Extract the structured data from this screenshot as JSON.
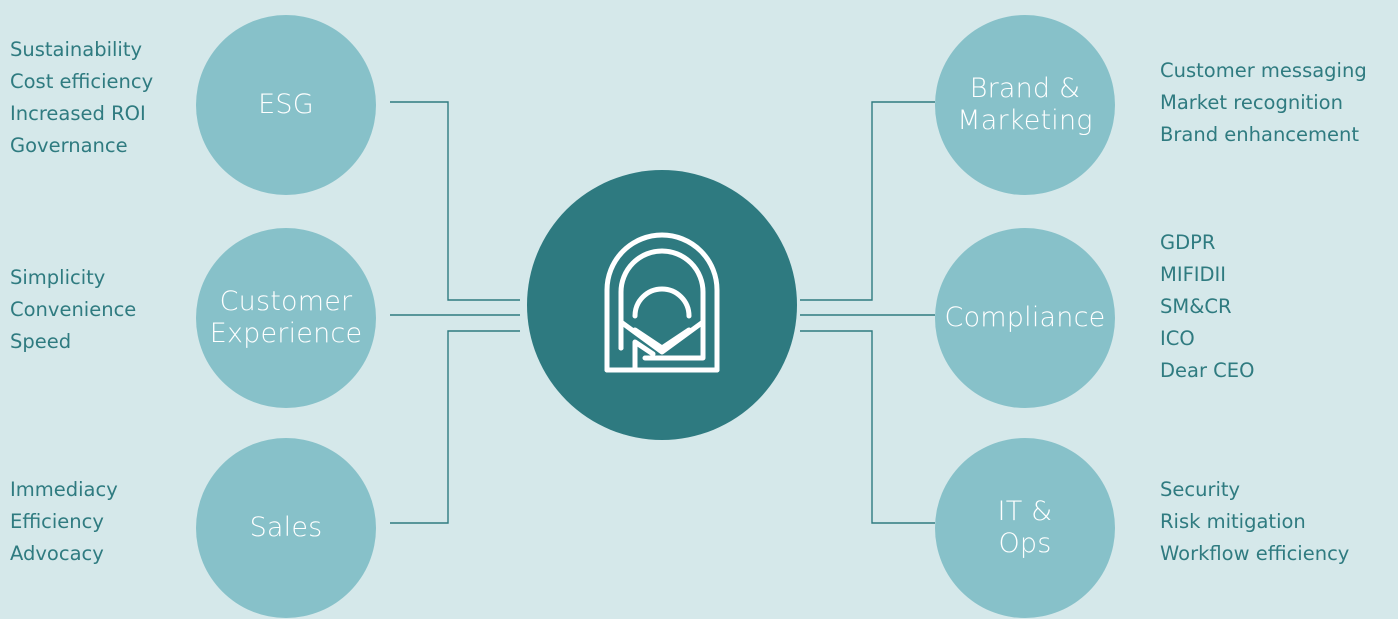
{
  "diagram": {
    "background": "#d5e8ea",
    "colors": {
      "node": "#87c1c9",
      "hub": "#2e7a80",
      "text": "#2f7b80",
      "line": "#2f7b80"
    },
    "hub": {
      "icon": "company-logo-icon"
    },
    "left_nodes": [
      {
        "label": [
          "ESG"
        ],
        "items": [
          "Sustainability",
          "Cost efficiency",
          "Increased ROI",
          "Governance"
        ]
      },
      {
        "label": [
          "Customer",
          "Experience"
        ],
        "items": [
          "Simplicity",
          "Convenience",
          "Speed"
        ]
      },
      {
        "label": [
          "Sales"
        ],
        "items": [
          "Immediacy",
          "Efficiency",
          "Advocacy"
        ]
      }
    ],
    "right_nodes": [
      {
        "label": [
          "Brand &",
          "Marketing"
        ],
        "items": [
          "Customer messaging",
          "Market recognition",
          "Brand enhancement"
        ]
      },
      {
        "label": [
          "Compliance"
        ],
        "items": [
          "GDPR",
          "MIFIDII",
          "SM&CR",
          "ICO",
          "Dear CEO"
        ]
      },
      {
        "label": [
          "IT &",
          "Ops"
        ],
        "items": [
          "Security",
          "Risk mitigation",
          "Workflow efficiency"
        ]
      }
    ]
  }
}
